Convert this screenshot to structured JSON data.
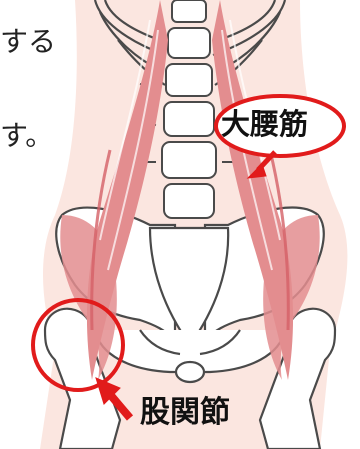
{
  "text_fragments": {
    "line_top": "する",
    "line_mid": "す。"
  },
  "labels": {
    "psoas_major": "大腰筋",
    "hip_joint": "股関節"
  },
  "colors": {
    "background": "#ffffff",
    "skin_shadow": "#fbe6e0",
    "bone_fill": "#ffffff",
    "bone_outline": "#4a4a4a",
    "muscle_fill": "#e38d8f",
    "muscle_dark": "#d56066",
    "annotation_red": "#e11b1b"
  }
}
